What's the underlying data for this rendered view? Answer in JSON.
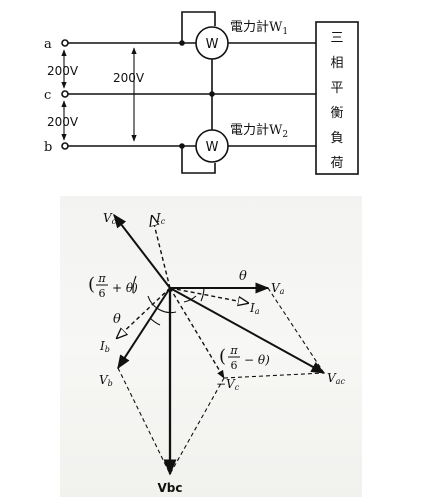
{
  "circuit": {
    "terminals": {
      "a": "a",
      "c": "c",
      "b": "b"
    },
    "voltages": {
      "ac": "200V",
      "cb": "200V",
      "ab": "200V"
    },
    "meter1_label": "電力計W",
    "meter1_sub": "1",
    "meter2_label": "電力計W",
    "meter2_sub": "2",
    "meter_symbol": "W",
    "load_chars": [
      "三",
      "相",
      "平",
      "衡",
      "負",
      "荷"
    ]
  },
  "phasor": {
    "Vc": "V",
    "Vc_sub": "c",
    "Ic": "I",
    "Ic_sub": "c",
    "Va": "V",
    "Va_sub": "a",
    "Ia": "I",
    "Ia_sub": "a",
    "Ib": "I",
    "Ib_sub": "b",
    "Vb": "V",
    "Vb_sub": "b",
    "minusVc": "−V",
    "minusVc_sub": "c",
    "Vac": "V",
    "Vac_sub": "ac",
    "Vbc": "Vbc",
    "theta": "θ",
    "angle1": {
      "open": "(",
      "num": "π",
      "den": "6",
      "tail": "+ θ)"
    },
    "angle2": {
      "open": "(",
      "num": "π",
      "den": "6",
      "tail": "− θ)"
    }
  },
  "colors": {
    "ink": "#111111",
    "paper": "#f5f5f3"
  }
}
